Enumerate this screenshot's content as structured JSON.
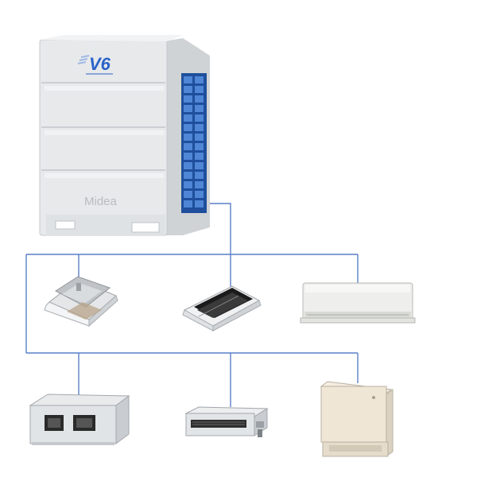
{
  "outdoor_unit": {
    "series_badge": "V6",
    "brand": "Midea"
  },
  "indoor_units": [
    {
      "kind": "four-way-cassette"
    },
    {
      "kind": "one-way-cassette"
    },
    {
      "kind": "wall-mounted"
    },
    {
      "kind": "ducted-high-static"
    },
    {
      "kind": "ducted-slim"
    },
    {
      "kind": "floor-standing"
    }
  ],
  "colors": {
    "pipe_line": "#5a7fc8",
    "unit_body": "#e6e8ea",
    "unit_shadow": "#b9bdc1",
    "grille": "#2d5fb0",
    "badge_blue": "#2a63c9",
    "floor_unit": "#efe6d6"
  }
}
